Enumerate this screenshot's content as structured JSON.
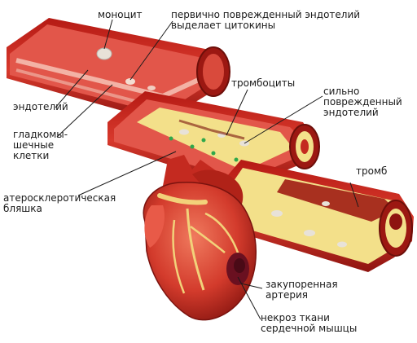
{
  "labels": {
    "monocyte": "моноцит",
    "endothelium_damage": "первично поврежденный эндотелий\nвыделает цитокины",
    "endothelium": "эндотелий",
    "smooth_muscle": "гладкомы-\nшечные\nклетки",
    "platelets": "тромбоциты",
    "severe_damage": "сильно\nповрежденный\nэндотелий",
    "thrombus": "тромб",
    "plaque": "атеросклеротическая\nбляшка",
    "blocked_artery": "закупоренная\nартерия",
    "necrosis": "некроз ткани\nсердечной мышцы"
  },
  "colors": {
    "vessel_outer": "#c8231c",
    "vessel_dark": "#8e1410",
    "vessel_inner": "#e2564a",
    "vessel_wall": "#f0b2a4",
    "plaque": "#f3e08a",
    "heart": "#d33b2c",
    "fat": "#f2d27a",
    "necrosis": "#6a1020"
  }
}
